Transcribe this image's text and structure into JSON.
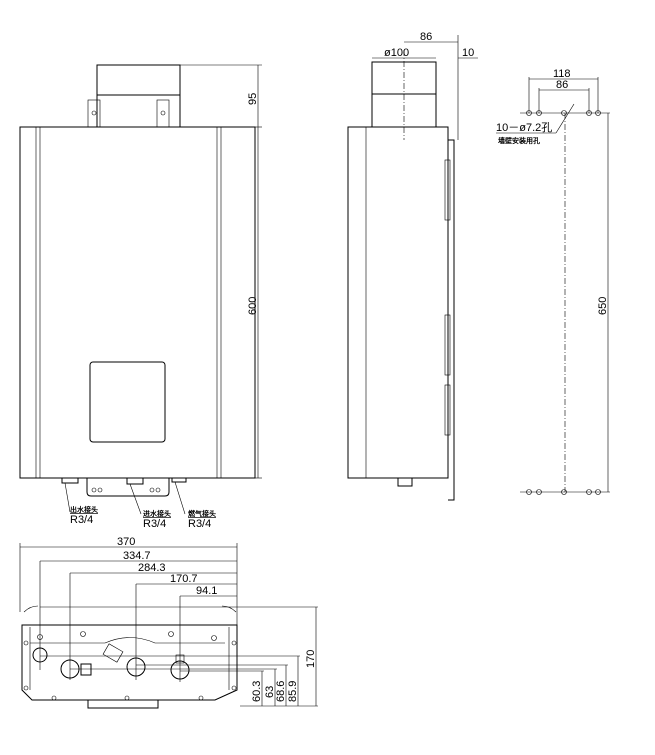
{
  "front_view": {
    "dim_flue_height": "95",
    "dim_body_height": "600",
    "connectors": [
      {
        "name": "出水接头",
        "thread": "R3/4"
      },
      {
        "name": "进水接头",
        "thread": "R3/4"
      },
      {
        "name": "燃气接头",
        "thread": "R3/4"
      }
    ]
  },
  "side_view": {
    "dim_flue_diameter": "ø100",
    "dim_flue_offset": "86",
    "dim_gap": "10"
  },
  "mounting_holes": {
    "dim_outer": "118",
    "dim_inner": "86",
    "hole_spec": "10－ø7.2孔",
    "hole_note": "墙壁安装用孔",
    "dim_vertical": "650"
  },
  "bottom_view": {
    "horizontal_dims": [
      "370",
      "334.7",
      "284.3",
      "170.7",
      "94.1"
    ],
    "vertical_dims": [
      "60.3",
      "63",
      "68.6",
      "85.9",
      "170"
    ]
  }
}
